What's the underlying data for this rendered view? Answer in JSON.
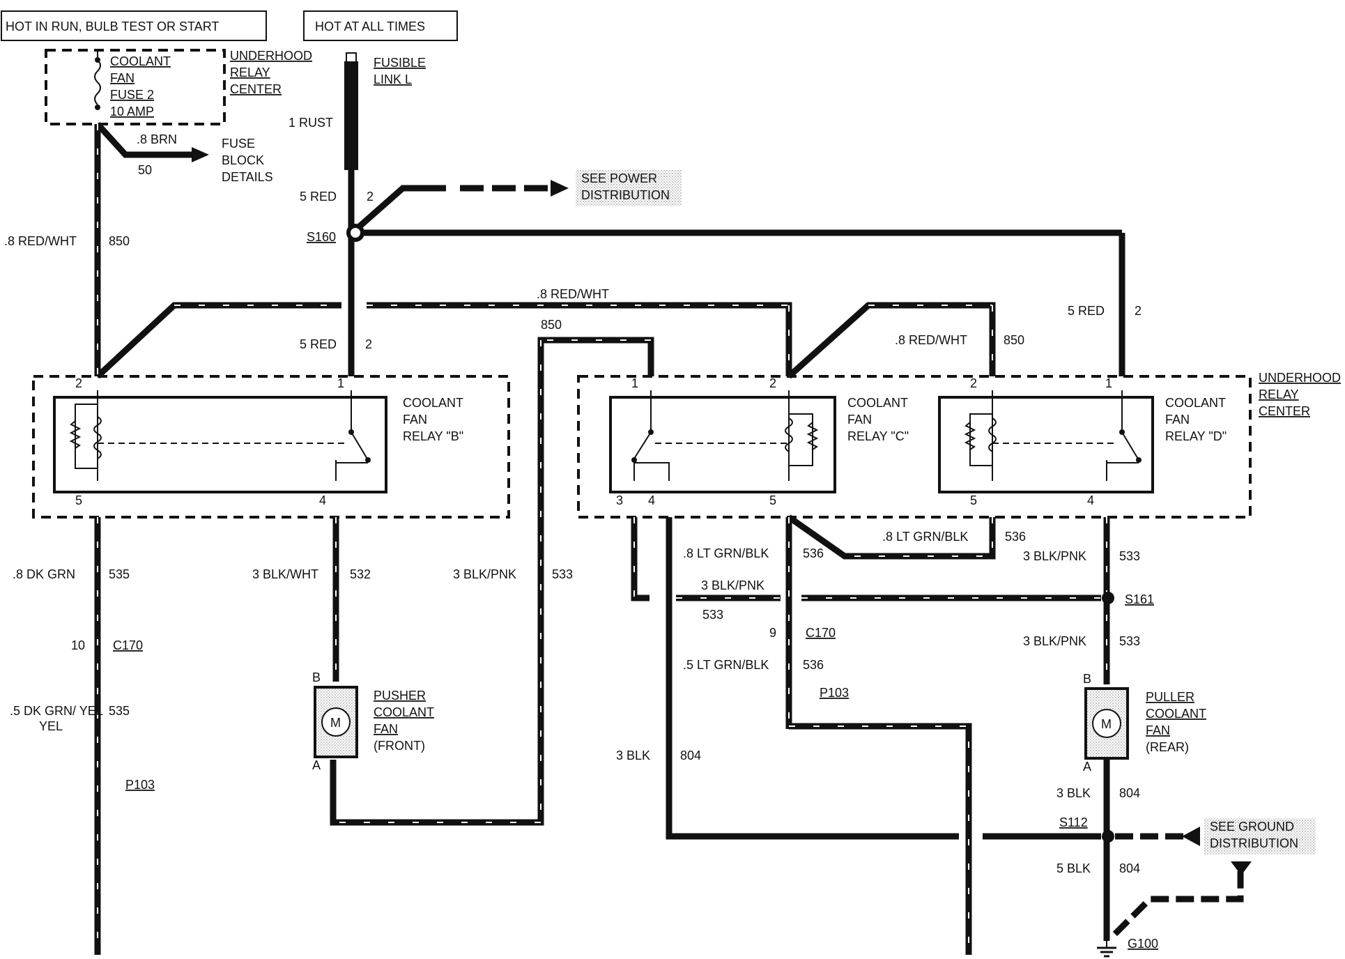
{
  "header": {
    "hot_run": "HOT IN RUN, BULB TEST OR START",
    "hot_always": "HOT AT ALL TIMES"
  },
  "fuse": {
    "name_lines": [
      "COOLANT",
      "FAN",
      "FUSE 2",
      "10 AMP"
    ],
    "location_lines": [
      "UNDERHOOD",
      "RELAY",
      "CENTER"
    ]
  },
  "fusible_link": {
    "lines": [
      "FUSIBLE",
      "LINK L"
    ]
  },
  "fuse_block": {
    "lines": [
      "FUSE",
      "BLOCK",
      "DETAILS"
    ]
  },
  "power_ref": {
    "lines": [
      "SEE POWER",
      "DISTRIBUTION"
    ]
  },
  "ground_ref": {
    "lines": [
      "SEE GROUND",
      "DISTRIBUTION"
    ]
  },
  "relay_center": {
    "lines": [
      "UNDERHOOD",
      "RELAY",
      "CENTER"
    ]
  },
  "relays": [
    {
      "lines": [
        "COOLANT",
        "FAN",
        "RELAY \"B\""
      ],
      "pins": [
        "2",
        "1",
        "5",
        "4"
      ]
    },
    {
      "lines": [
        "COOLANT",
        "FAN",
        "RELAY \"C\""
      ],
      "pins": [
        "1",
        "2",
        "3",
        "4",
        "5"
      ]
    },
    {
      "lines": [
        "COOLANT",
        "FAN",
        "RELAY \"D\""
      ],
      "pins": [
        "2",
        "1",
        "5",
        "4"
      ]
    }
  ],
  "motors": [
    {
      "lines": [
        "PUSHER",
        "COOLANT",
        "FAN",
        "(FRONT)"
      ],
      "symbol": "M",
      "pins": [
        "B",
        "A"
      ]
    },
    {
      "lines": [
        "PULLER",
        "COOLANT",
        "FAN",
        "(REAR)"
      ],
      "symbol": "M",
      "pins": [
        "B",
        "A"
      ]
    }
  ],
  "wires": [
    {
      "gauge_color": ".8 BRN",
      "circuit": "50"
    },
    {
      "gauge_color": ".8 RED/WHT",
      "circuit": "850"
    },
    {
      "gauge_color": "1 RUST",
      "circuit": ""
    },
    {
      "gauge_color": "5 RED",
      "circuit": "2"
    },
    {
      "gauge_color": "5 RED",
      "circuit": "2"
    },
    {
      "gauge_color": ".8 RED/WHT",
      "circuit": "850"
    },
    {
      "gauge_color": "5 RED",
      "circuit": "2"
    },
    {
      "gauge_color": ".8 RED/WHT",
      "circuit": "850"
    },
    {
      "gauge_color": ".8 DK GRN",
      "circuit": "535"
    },
    {
      "gauge_color": "3 BLK/WHT",
      "circuit": "532"
    },
    {
      "gauge_color": "3 BLK/PNK",
      "circuit": "533"
    },
    {
      "gauge_color": ".8 LT GRN/BLK",
      "circuit": "536"
    },
    {
      "gauge_color": ".8 LT GRN/BLK",
      "circuit": "536"
    },
    {
      "gauge_color": "3 BLK/PNK",
      "circuit": "533"
    },
    {
      "gauge_color": "3 BLK/PNK",
      "circuit": "533"
    },
    {
      "gauge_color": ".5 LT GRN/BLK",
      "circuit": "536"
    },
    {
      "gauge_color": "3 BLK/PNK",
      "circuit": "533"
    },
    {
      "gauge_color": ".5 DK GRN/ YEL",
      "circuit": "535"
    },
    {
      "gauge_color": "3 BLK",
      "circuit": "804"
    },
    {
      "gauge_color": "3 BLK",
      "circuit": "804"
    },
    {
      "gauge_color": "5 BLK",
      "circuit": "804"
    }
  ],
  "splices": [
    "S160",
    "S161",
    "S112"
  ],
  "connectors": [
    {
      "id": "C170",
      "pin": "10"
    },
    {
      "id": "C170",
      "pin": "9"
    },
    {
      "id": "P103",
      "pin": ""
    },
    {
      "id": "P103",
      "pin": ""
    }
  ],
  "ground": {
    "id": "G100"
  }
}
